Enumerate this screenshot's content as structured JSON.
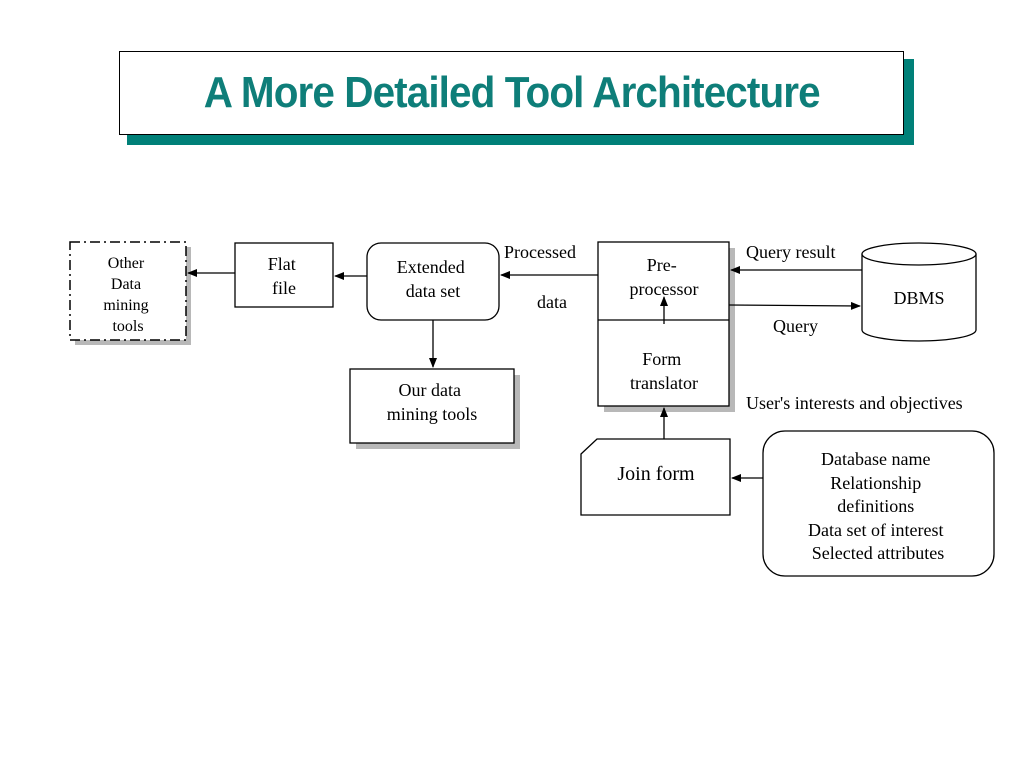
{
  "title": "A More Detailed Tool Architecture",
  "nodes": {
    "other_tools": [
      "Other",
      "Data",
      "mining",
      "tools"
    ],
    "flat_file": [
      "Flat",
      "file"
    ],
    "extended_data_set": [
      "Extended",
      "data set"
    ],
    "our_tools": [
      "Our data",
      "mining tools"
    ],
    "preprocessor": [
      "Pre-",
      "processor"
    ],
    "form_translator": [
      "Form",
      "translator"
    ],
    "dbms": "DBMS",
    "join_form": "Join form",
    "interests": [
      "Database name",
      "Relationship",
      "definitions",
      "Data set of interest",
      "Selected attributes"
    ]
  },
  "edge_labels": {
    "processed": "Processed",
    "data": "data",
    "query_result": "Query result",
    "query": "Query",
    "users_interests": "User's interests and objectives"
  }
}
